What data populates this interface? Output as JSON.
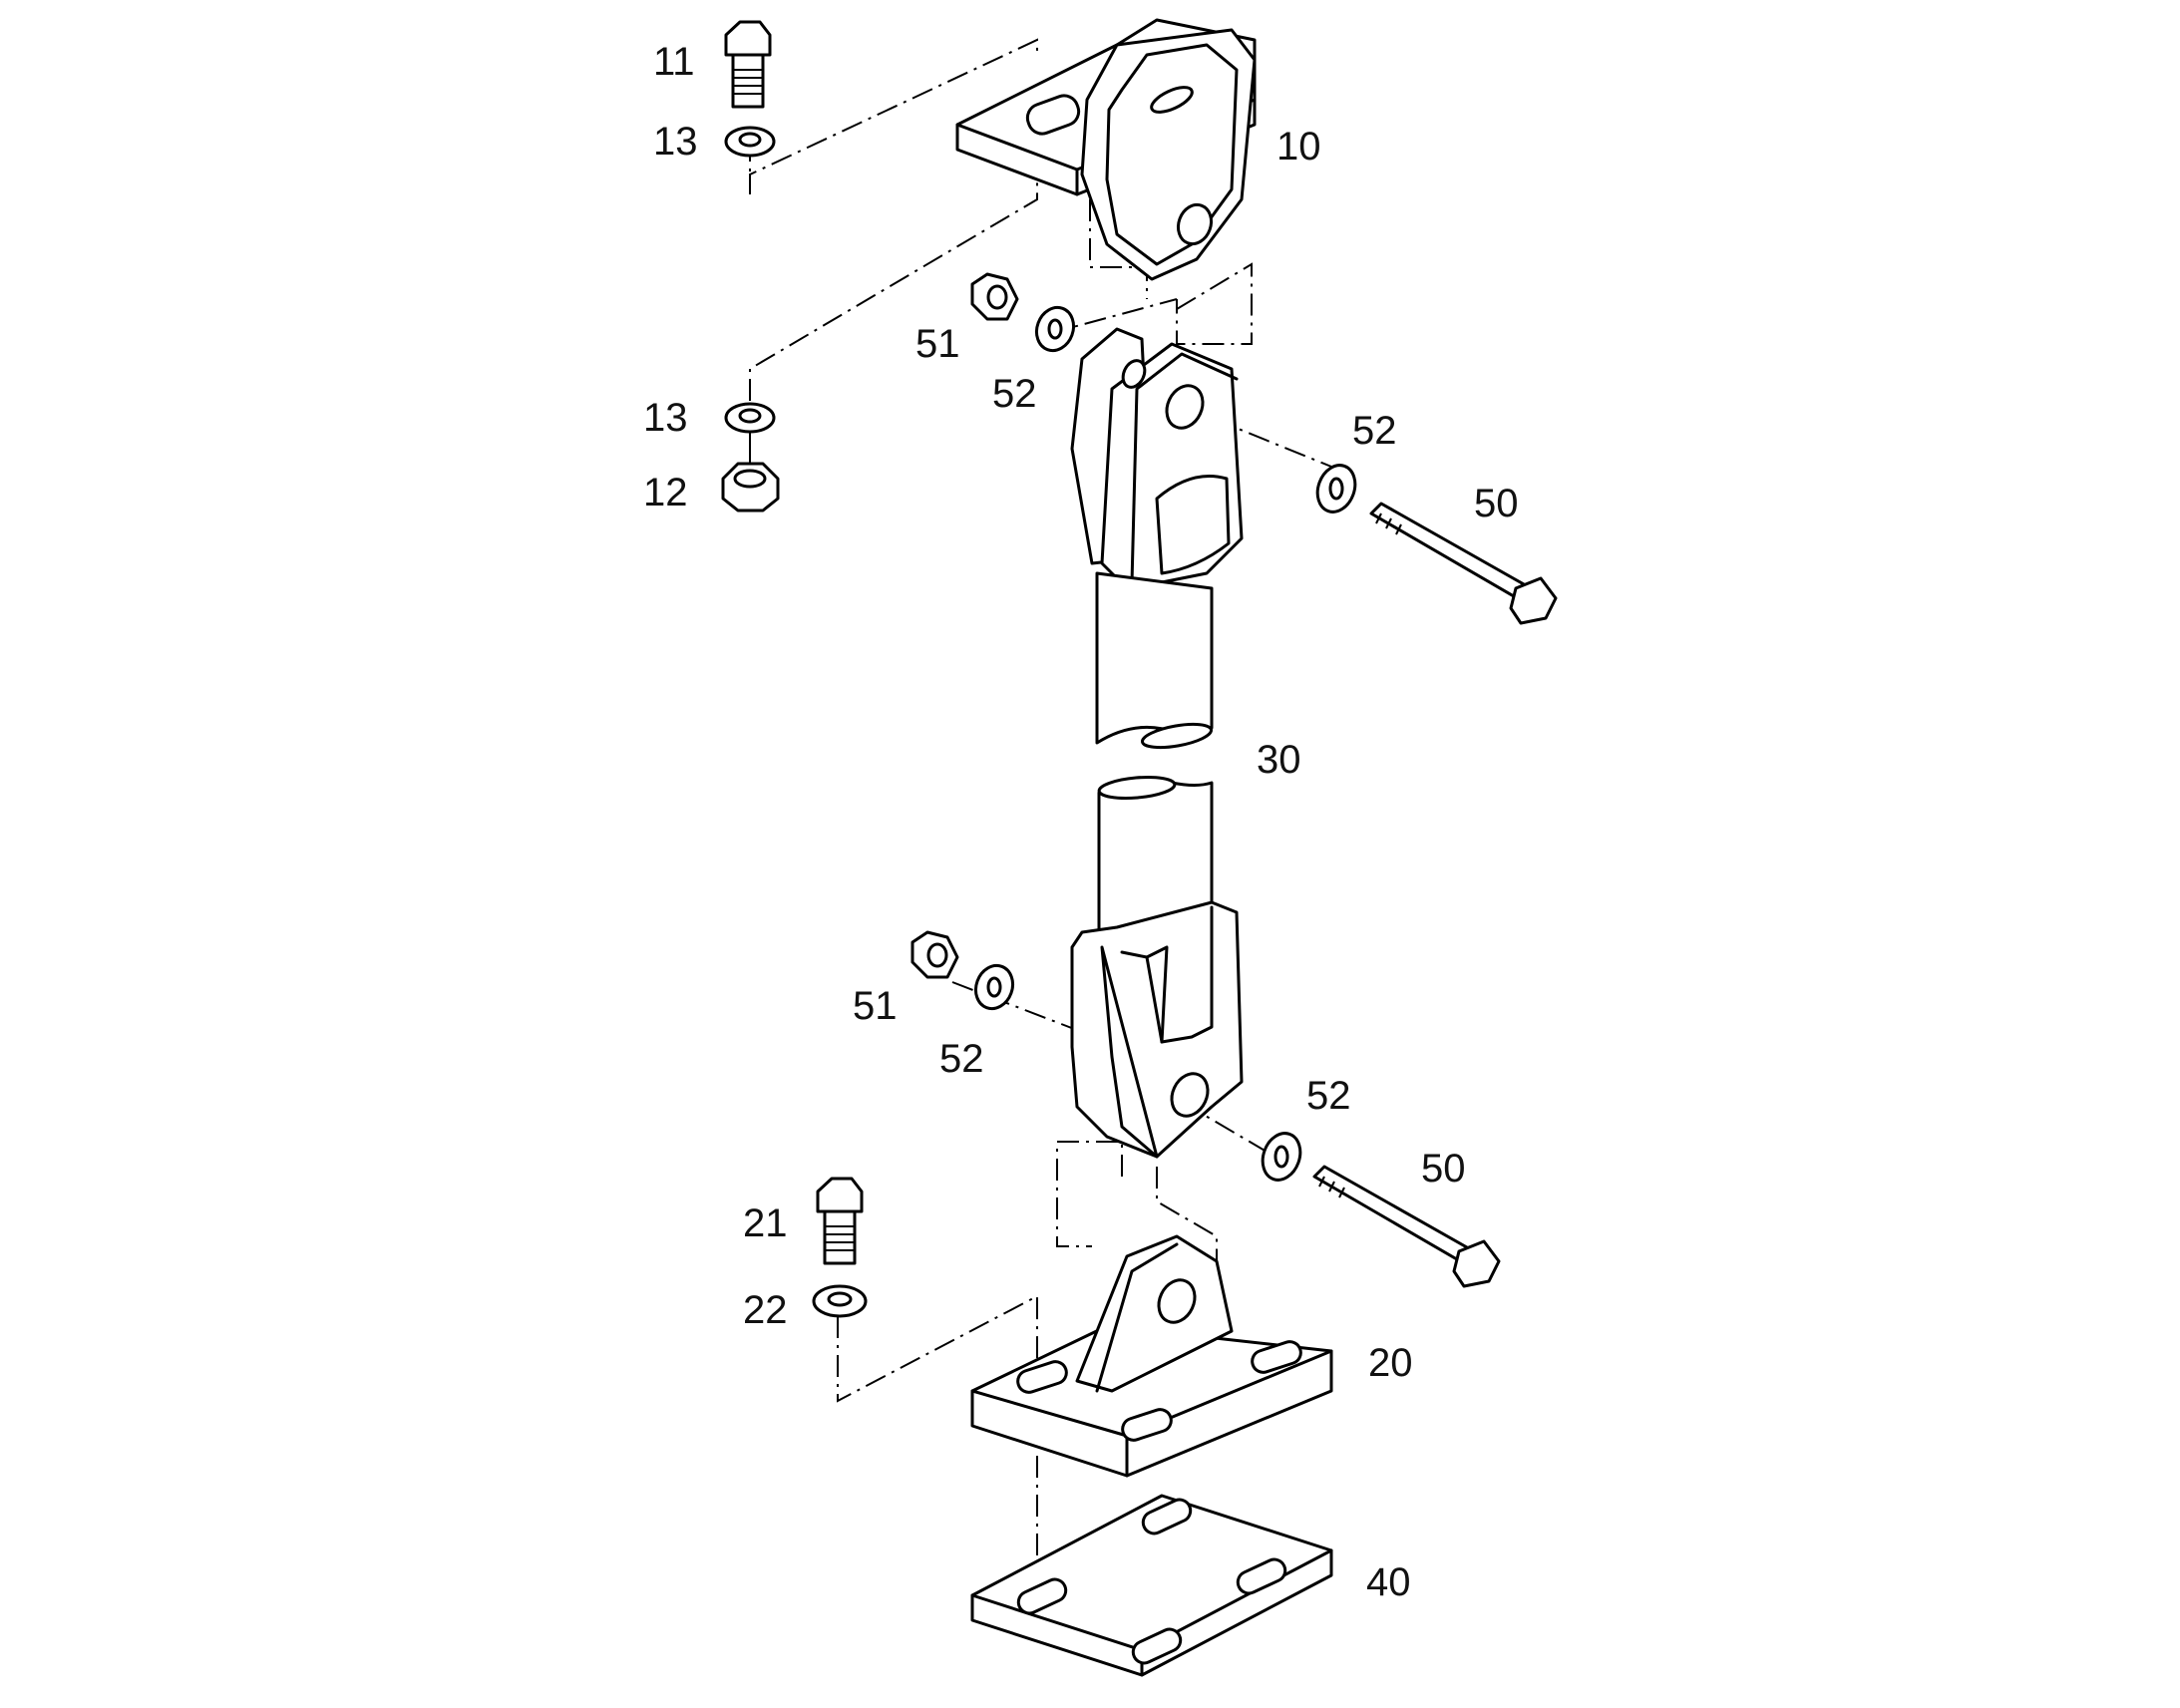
{
  "callouts": {
    "c11": "11",
    "c13a": "13",
    "c10": "10",
    "c51a": "51",
    "c52a": "52",
    "c13b": "13",
    "c12": "12",
    "c52b": "52",
    "c50a": "50",
    "c30": "30",
    "c51b": "51",
    "c52c": "52",
    "c52d": "52",
    "c50b": "50",
    "c21": "21",
    "c22": "22",
    "c20": "20",
    "c40": "40"
  },
  "colors": {
    "line": "#000000",
    "fill": "#ffffff",
    "text": "#111111"
  }
}
